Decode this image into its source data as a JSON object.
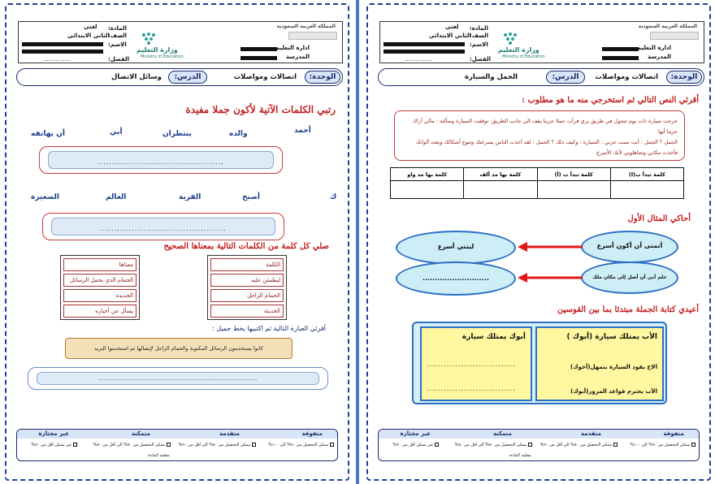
{
  "header": {
    "subject_label": "المادة:",
    "grade_label": "الصف:",
    "grade_value": "الثاني الابتدائي",
    "school_stage": "لغتي",
    "name_label": "الاسم:",
    "class_label": "الفصل:",
    "class_value": "...............",
    "ministry_en": "Ministry of Education",
    "ministry_ar": "وزارة التعليم",
    "kingdom": "المملكة العربية السعودية",
    "admin_label": "ادارة التعليم",
    "school_label": "المدرسة"
  },
  "left_sheet": {
    "unit_label": "الوحدة:",
    "unit_value": "اتصالات ومواصلات",
    "lesson_label": "الدرس:",
    "lesson_value": "وسائل الاتصال",
    "q1_title": "رتبي الكلمات الآتية لأكون جملا مفيدة",
    "row1_words": [
      "أحمد",
      "والده",
      "ينتظران",
      "أبي",
      "أن يهاتفه"
    ],
    "row2_words": [
      "ك",
      "أصبح",
      "القرية",
      "العالم",
      "الصغيرة"
    ],
    "answer_dots": "............................................",
    "q2_title": "صلي كل كلمة من الكلمات التالية بمعناها الصحيح",
    "words_col": [
      "الكلمة",
      "ليطمئن عليه",
      "الحمام الزاجل",
      "الحديثة"
    ],
    "meanings_col": [
      "معناها",
      "الحمام الذي يحمل الرسائل",
      "الجديدة",
      "يسأل عن أخباره"
    ],
    "q3_title": "أقرئي العبارة التالية ثم اكتبيها بخط جميل :",
    "scroll_text": "كانوا يستخدمون الرسائل المكتوبة والحمام الزاجل لإيصالها ثم استخدموا البريد",
    "write_line": "......................................................................................................"
  },
  "right_sheet": {
    "unit_label": "الوحدة:",
    "unit_value": "اتصالات ومواصلات",
    "lesson_label": "الدرس:",
    "lesson_value": "الجمل والسيارة",
    "q1_title": "أقرئي النص التالي ثم استخرجي منه ما هو مطلوب :",
    "passage_lines": [
      "خرجت سيارة ذات يوم تتجول في طريق بري فرأت جملا حزينا يقف الى جانب الطريق. توقفت السيارة وسألته : مالي أراك حزينا أيها",
      "الجمل ؟ الجمل : أنت سبب حزني . السيارة : وكيف ذلك ؟ الجمل : لقد أخذت الناس بسرعتك وتنوع أشكالك وبعدد ألوانك",
      "فأخذت مكاني وتجاهلوني لأنك الأسرع"
    ],
    "table_headers": [
      "كلمة تبدأ ب(ا)",
      "كلمة تبدأ ب (أ)",
      "كلمة بها مد ألف",
      "كلمة بها مد واو"
    ],
    "q2_title": "أحاكي المثال الأول",
    "example1_right": "أتمنى أن أكون أسرع",
    "example1_left": "ليتني أسرع",
    "example2_right": "حلم أبي أن أصل إلى مكان ملك",
    "example2_left": "...........................",
    "q3_title": "أعيدي كتابة الجملة مبتدئا بما بين القوسين",
    "s_main": "الأب يمتلك سيارة (أبوك )",
    "s_main_answer": "أبوك يمتلك سيارة",
    "s2": "الاخ يقود السيارة بتمهل(أخوك)",
    "s3": "الأب يحترم قواعد المرور(أبوك)",
    "s_answer_dots": "...............................",
    "footer_dots": "......"
  },
  "footer": {
    "headers": [
      "متفوقة",
      "متقدمة",
      "متمكنة",
      "غير مجتازة"
    ],
    "options": [
      "ممكن التحصيل من ٩٠% الى ١٠٠%",
      "ممكن التحصيل من ٨٠% الى أقل من ٩٠%",
      "ممكن التحصيل من ٧٠% الى أقل من ٨٠%",
      "غير ممكن أقل من ٧٠%"
    ],
    "teacher_label": "معلمة المادة:"
  }
}
